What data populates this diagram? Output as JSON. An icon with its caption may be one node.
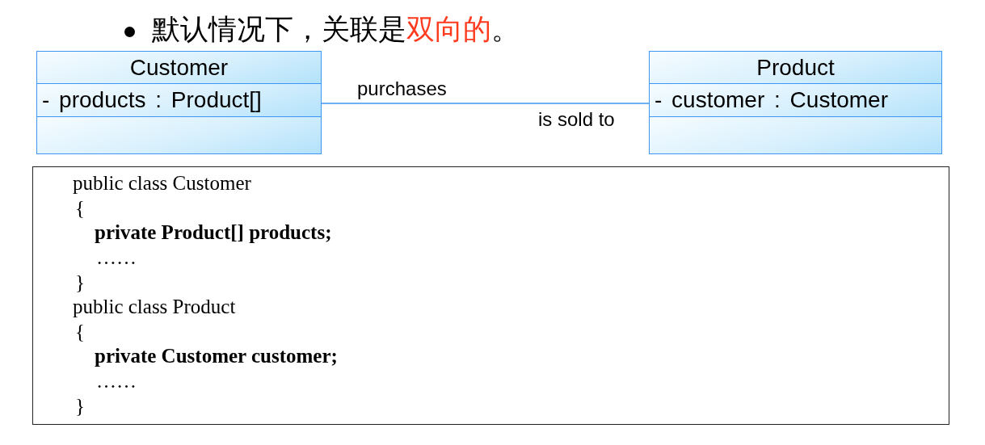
{
  "diagram": {
    "title": "默认情况下，关联是双向的。",
    "nodes": [
      {
        "text": [
          "Customer",
          "- products : Product[]"
        ]
      },
      {
        "text": [
          "Product",
          "- customer : Customer"
        ]
      },
      {
        "text": [
          "public class Customer",
          "{",
          "private Product[] products;",
          "……",
          "}",
          "public class Product",
          "{",
          "private Customer customer;",
          "……",
          "}"
        ]
      }
    ],
    "edges": [
      {
        "from": 0,
        "to": 1,
        "arrow": "none",
        "label": "purchases"
      }
    ],
    "labels": [
      "is sold to"
    ]
  }
}
